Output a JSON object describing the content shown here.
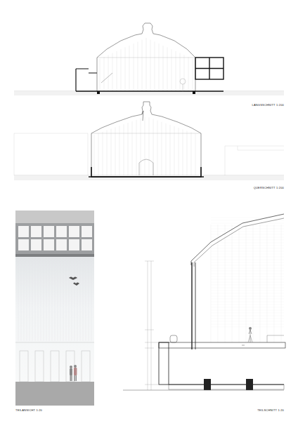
{
  "diagram": {
    "labels": [
      "LÄNGSSCHNITT 1:200",
      "QUERSCHNITT 1:200",
      "TEILANSICHT 1:20",
      "TEILSCHNITT 1:20"
    ]
  }
}
